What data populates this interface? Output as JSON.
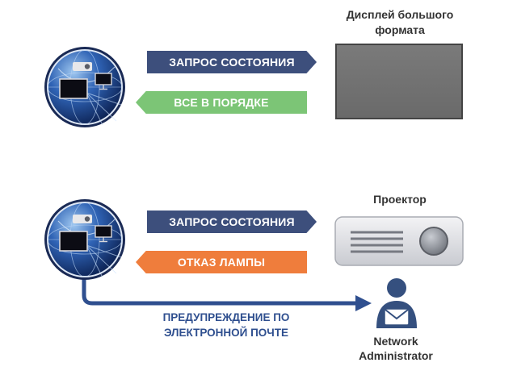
{
  "scenario_top": {
    "device_label": "Дисплей большого формата",
    "request_label": "ЗАПРОС СОСТОЯНИЯ",
    "response_label": "ВСЕ В ПОРЯДКЕ"
  },
  "scenario_bottom": {
    "device_label": "Проектор",
    "request_label": "ЗАПРОС СОСТОЯНИЯ",
    "response_label": "ОТКАЗ ЛАМПЫ",
    "email_label": "ПРЕДУПРЕЖДЕНИЕ ПО ЭЛЕКТРОННОЙ ПОЧТЕ",
    "admin_label": "Network Administrator"
  },
  "colors": {
    "request_arrow": "#3d4f7c",
    "ok_arrow": "#7cc576",
    "fail_arrow": "#ef7d3c",
    "connector": "#2f4f8f"
  },
  "icons": {
    "monitoring_globe": "globe-with-projector-and-monitors-icon",
    "display": "large-format-display-icon",
    "projector": "projector-icon",
    "admin": "administrator-with-envelope-icon"
  }
}
